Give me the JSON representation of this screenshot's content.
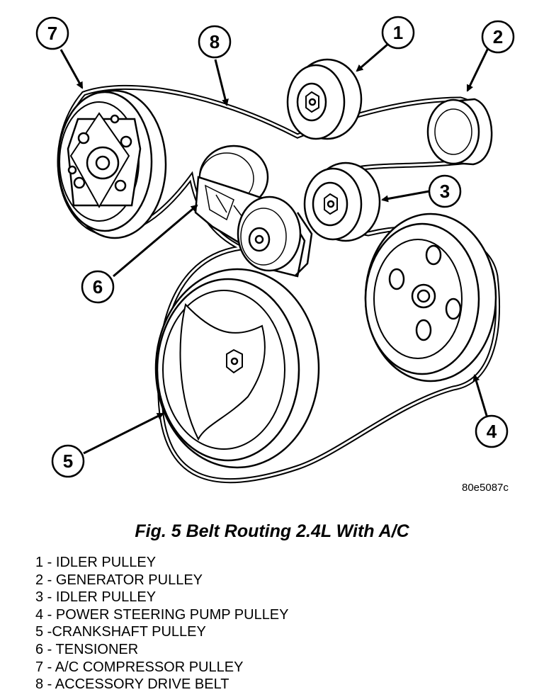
{
  "figure_id": "80e5087c",
  "caption": "Fig. 5 Belt Routing 2.4L With A/C",
  "callouts": [
    "1",
    "2",
    "3",
    "4",
    "5",
    "6",
    "7",
    "8"
  ],
  "legend": [
    "1 - IDLER PULLEY",
    "2 - GENERATOR PULLEY",
    "3 - IDLER PULLEY",
    "4 - POWER STEERING PUMP PULLEY",
    "5 -CRANKSHAFT PULLEY",
    "6 - TENSIONER",
    "7 - A/C COMPRESSOR PULLEY",
    "8 - ACCESSORY DRIVE BELT"
  ]
}
